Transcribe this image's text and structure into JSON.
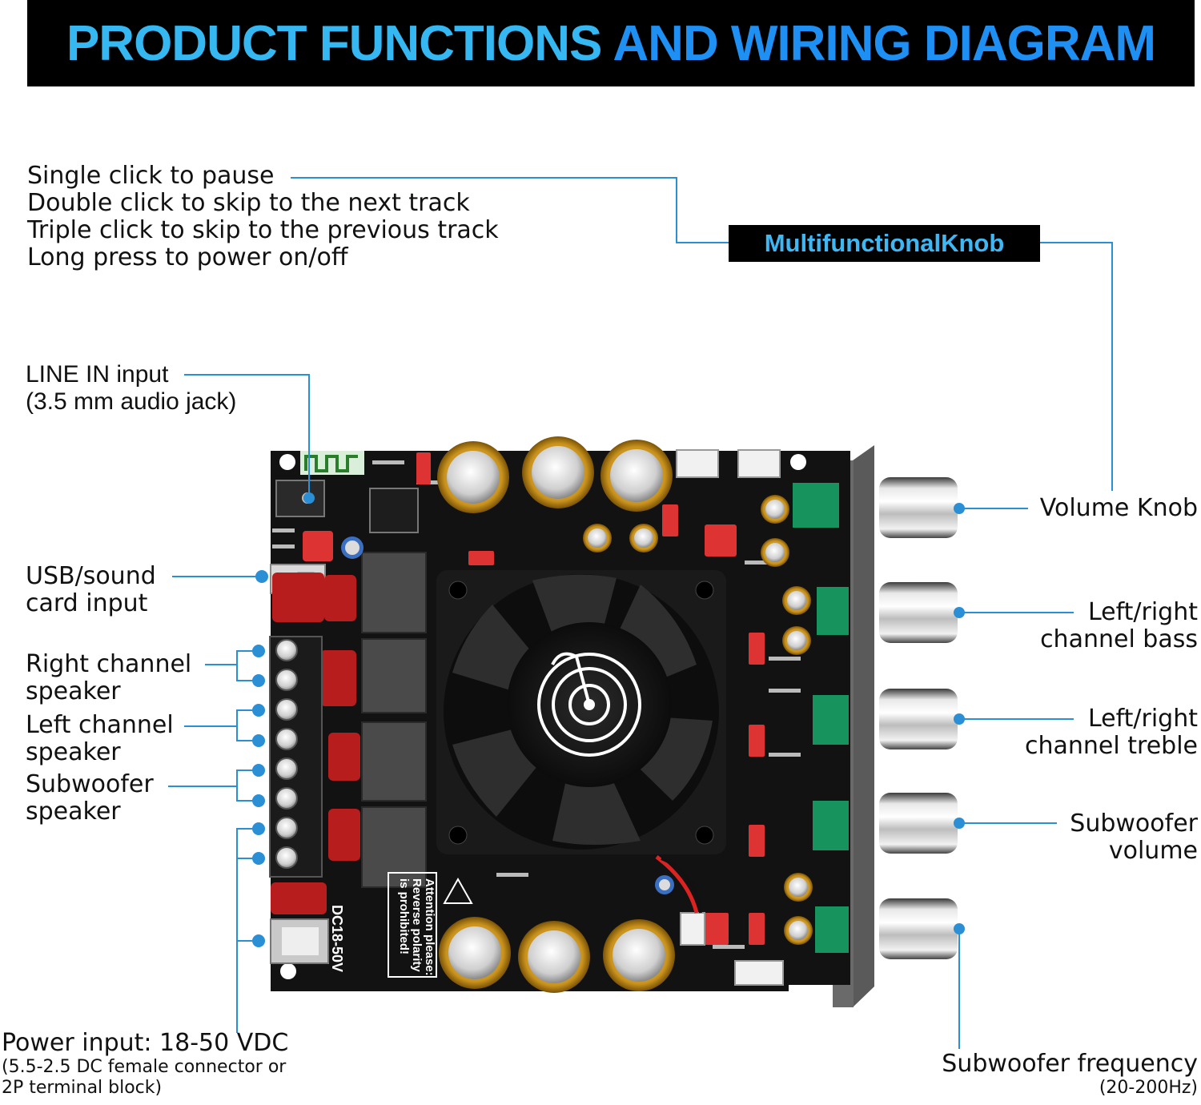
{
  "header": {
    "title_part1": "PRODUCT FUNCTIONS",
    "title_part2": "AND WIRING DIAGRAM"
  },
  "knob_tag": "MultifunctionalKnob",
  "board_print": {
    "polarity_warning": [
      "Attention please:",
      "Reverse polarity",
      "is prohibited!"
    ],
    "dc_range": "DC18-50V"
  },
  "labels": {
    "knob_functions": [
      "Single click to pause",
      "Double click to skip to the next track",
      "Triple click to skip to the previous track",
      "Long press to power on/off"
    ],
    "line_in": [
      "LINE IN input",
      "(3.5 mm audio jack)"
    ],
    "usb": [
      "USB/sound",
      "card input"
    ],
    "right_speaker": [
      "Right channel",
      "speaker"
    ],
    "left_speaker": [
      "Left channel",
      "speaker"
    ],
    "sub_speaker": [
      "Subwoofer",
      "speaker"
    ],
    "power_main": "Power input: 18-50 VDC",
    "power_sub": [
      "(5.5-2.5 DC female connector or",
      "2P terminal block)"
    ],
    "volume_knob": "Volume Knob",
    "bass": [
      "Left/right",
      "channel bass"
    ],
    "treble": [
      "Left/right",
      "channel treble"
    ],
    "sub_volume": [
      "Subwoofer",
      "volume"
    ],
    "sub_freq_main": "Subwoofer frequency",
    "sub_freq_sub": "(20-200Hz)"
  },
  "colors": {
    "accent_light": "#35b7f2",
    "accent_dark": "#1e8ff3",
    "leader_line": "#2b8fd6",
    "pcb": "#111111",
    "heatsink": "#5a5a5a"
  }
}
